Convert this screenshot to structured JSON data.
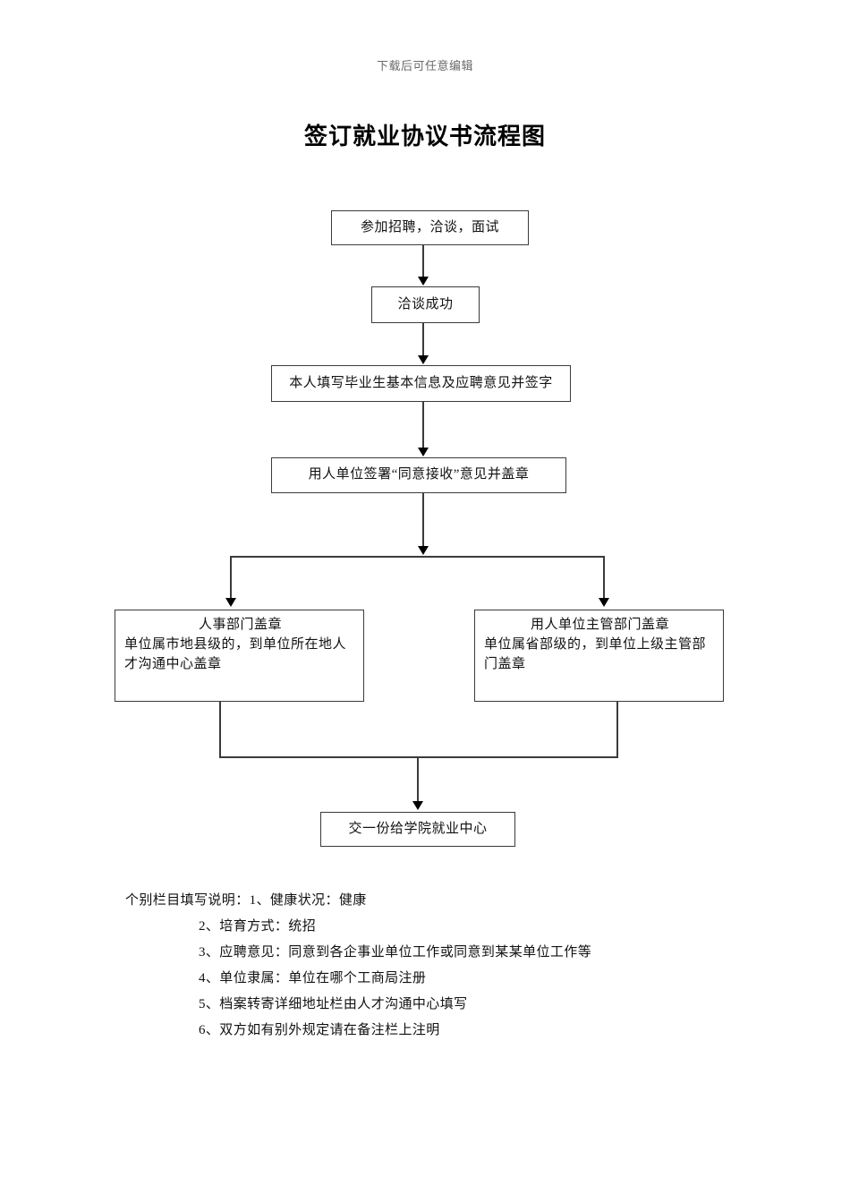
{
  "document": {
    "header_note": "下载后可任意编辑",
    "title": "签订就业协议书流程图"
  },
  "flowchart": {
    "nodes": [
      {
        "id": "node-1",
        "label": "参加招聘，洽谈，面试"
      },
      {
        "id": "node-2",
        "label": "洽谈成功"
      },
      {
        "id": "node-3",
        "label": "本人填写毕业生基本信息及应聘意见并签字"
      },
      {
        "id": "node-4",
        "label": "用人单位签署“同意接收”意见并盖章"
      },
      {
        "id": "node-5",
        "heading": "人事部门盖章",
        "body": "单位属市地县级的，到单位所在地人才沟通中心盖章"
      },
      {
        "id": "node-6",
        "heading": "用人单位主管部门盖章",
        "body": "单位属省部级的，到单位上级主管部门盖章"
      },
      {
        "id": "node-7",
        "label": "交一份给学院就业中心"
      }
    ]
  },
  "notes": {
    "lines": [
      "个别栏目填写说明：1、健康状况：健康",
      "2、培育方式：统招",
      "3、应聘意见：同意到各企事业单位工作或同意到某某单位工作等",
      "4、单位隶属：单位在哪个工商局注册",
      "5、档案转寄详细地址栏由人才沟通中心填写",
      "6、双方如有别外规定请在备注栏上注明"
    ]
  },
  "colors": {
    "page_background": "#ffffff",
    "text": "#111111",
    "header_note": "#6a6a6a",
    "node_border": "#3b3b3b",
    "connector": "#3b3b3b"
  }
}
